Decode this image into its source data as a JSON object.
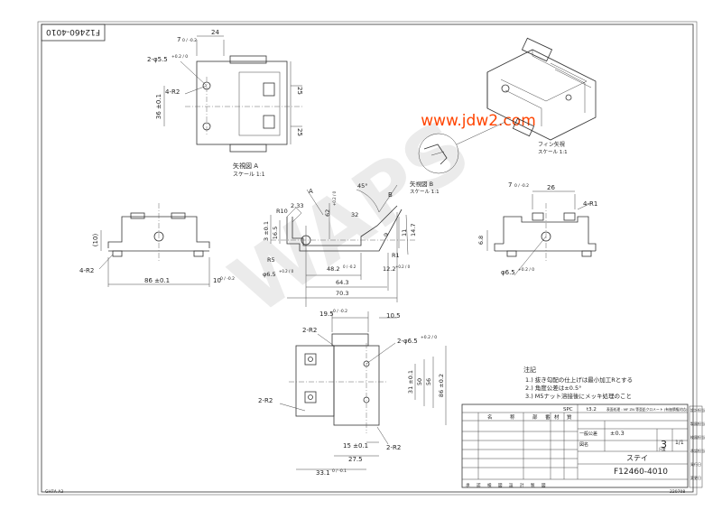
{
  "drawing_number": "F12460-4010",
  "corner_code": "F12460-4010",
  "watermark_url": "www.jdw2.com",
  "views": {
    "top": {
      "title": "矢視図 A",
      "scale": "スケール 1:1",
      "dims": {
        "d24": "24",
        "d7": "7",
        "d7tol": "0 / -0.2",
        "holes": "2-φ5.5",
        "holes_tol": "+0.2 / 0",
        "r2": "4-R2",
        "d36": "36 ±0.1",
        "d25a": "25",
        "d25b": "25"
      }
    },
    "front": {
      "dims": {
        "d10": "(10)",
        "r2": "4-R2",
        "d86": "86 ±0.1",
        "d10b": "10",
        "d10btol": "0 / -0.2"
      }
    },
    "side": {
      "title": "矢視図 B",
      "scale": "スケール 1:1",
      "dims": {
        "r10": "R10",
        "d33": "2.33",
        "d62": "62",
        "d62tol": "+0.2 / 0",
        "a45": "45°",
        "a32": "32",
        "d3": "3 ±0.1",
        "d165": "16.5",
        "r5": "R5",
        "d65": "φ6.5",
        "d65tol": "+0.2 / 0",
        "d482": "48.2",
        "d482tol": "0 / -0.2",
        "d643": "64.3",
        "d703": "70.3",
        "d122": "12.2",
        "d122tol": "+0.2 / 0",
        "r1": "R1",
        "d9": "9",
        "d11": "11",
        "d147": "14.7",
        "label_a": "A",
        "label_b": "B"
      }
    },
    "end": {
      "dims": {
        "d7": "7",
        "d7tol": "0 / -0.2",
        "d26": "26",
        "r1": "4-R1",
        "d68": "6.8",
        "d65": "φ6.5",
        "d65tol": "+0.2 / 0"
      }
    },
    "bottom": {
      "dims": {
        "d195": "19.5",
        "d195tol": "0 / -0.2",
        "d105": "10.5",
        "r2a": "2-R2",
        "holes": "2-φ6.5",
        "holes_tol": "+0.2 / 0",
        "d31": "31 ±0.1",
        "d50": "50",
        "d56": "56",
        "d86": "86 ±0.2",
        "r2b": "2-R2",
        "d15": "15 ±0.1",
        "d275": "27.5",
        "d331": "33.1",
        "d331tol": "0 / -0.1",
        "r2c": "2-R2"
      }
    },
    "iso": {
      "detail_title": "フィン矢視",
      "detail_scale": "スケール 1:1"
    }
  },
  "notes": {
    "heading": "注記",
    "items": [
      "1.) 抜き勾配の仕上げは最小加工Rとする",
      "2.) 角度公差は±0.5°",
      "3.) M5ナット溶接後にメッキ処理のこと"
    ]
  },
  "title_block": {
    "material": "SPC",
    "thickness": "t3.2",
    "part_note": "表面処理 : MF ZN 等亜鉛クロメート (有価債権対応)",
    "headers": [
      "名",
      "称",
      "部",
      "番",
      "材",
      "質"
    ],
    "general_tol_label": "一般公差",
    "general_tol": "±0.3",
    "drawn_label": "図名",
    "qty": "3",
    "scale_label": "尺度",
    "scale": "1/1",
    "part_name": "ステイ",
    "number": "F12460-4010",
    "footer": [
      "承",
      "認",
      "検",
      "図",
      "設",
      "計",
      "製",
      "図"
    ],
    "side_tabs": [
      "設計担当",
      "製図担当",
      "検図担当",
      "承認担当",
      "発行日",
      "変更日"
    ]
  },
  "corners": {
    "left_bottom": "GH7A A3",
    "right_bottom": "220708"
  }
}
